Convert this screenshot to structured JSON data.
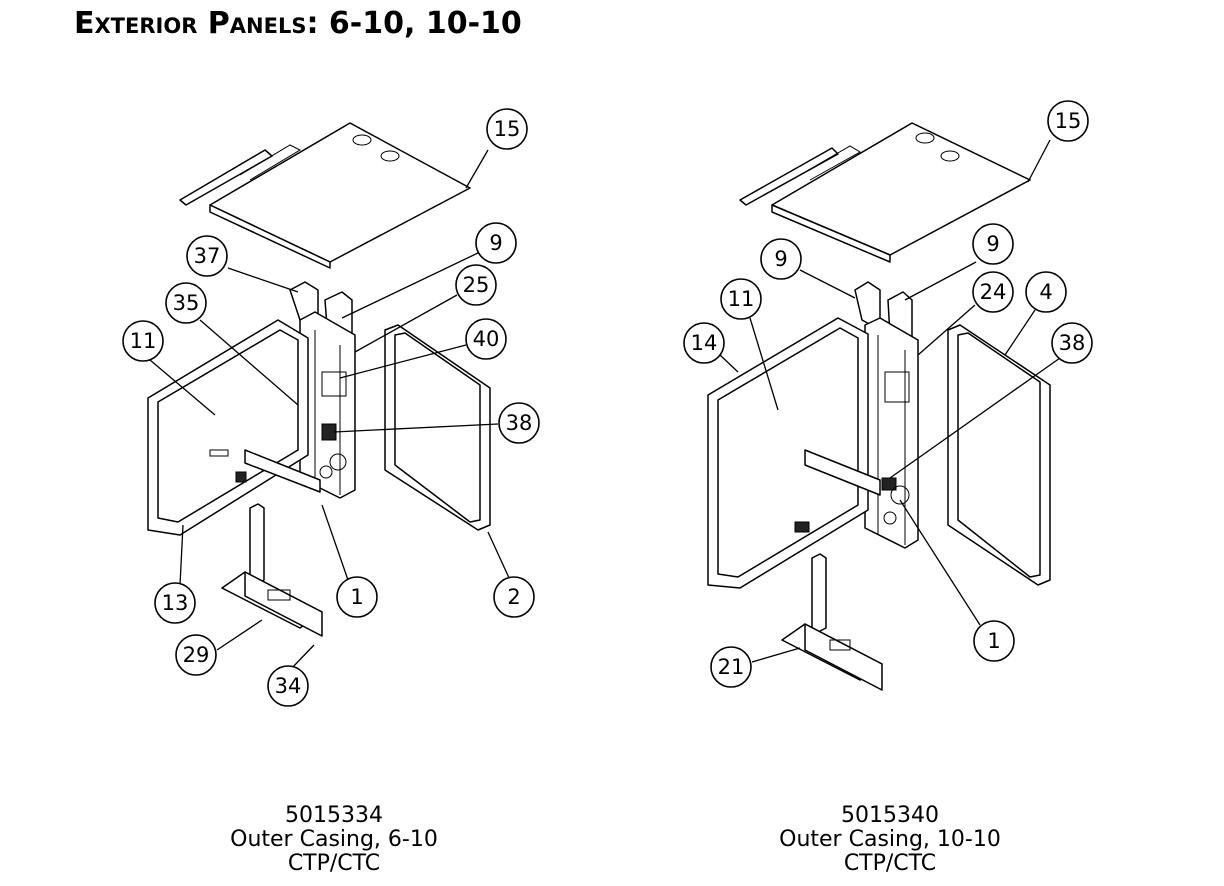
{
  "header": {
    "title": "Exterior Panels: 6-10, 10-10"
  },
  "left_assembly": {
    "part_number": "5015334",
    "description": "Outer Casing, 6-10",
    "model": "CTP/CTC",
    "callouts": [
      "15",
      "37",
      "9",
      "25",
      "35",
      "40",
      "11",
      "38",
      "13",
      "1",
      "2",
      "29",
      "34"
    ]
  },
  "right_assembly": {
    "part_number": "5015340",
    "description": "Outer Casing, 10-10",
    "model": "CTP/CTC",
    "callouts": [
      "15",
      "9",
      "9",
      "11",
      "24",
      "4",
      "14",
      "38",
      "1",
      "21"
    ]
  }
}
